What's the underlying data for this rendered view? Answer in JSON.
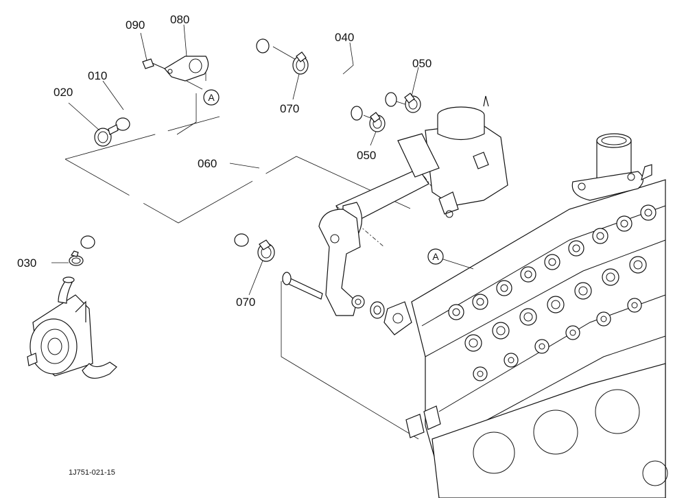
{
  "diagram": {
    "drawing_ref": "1J751-021-15",
    "callouts": [
      {
        "id": "c010",
        "text": "010"
      },
      {
        "id": "c020",
        "text": "020"
      },
      {
        "id": "c030",
        "text": "030"
      },
      {
        "id": "c040",
        "text": "040"
      },
      {
        "id": "c050a",
        "text": "050"
      },
      {
        "id": "c050b",
        "text": "050"
      },
      {
        "id": "c060",
        "text": "060"
      },
      {
        "id": "c070a",
        "text": "070"
      },
      {
        "id": "c070b",
        "text": "070"
      },
      {
        "id": "c080",
        "text": "080"
      },
      {
        "id": "c090",
        "text": "090"
      }
    ],
    "markers": [
      {
        "id": "m1",
        "text": "A"
      },
      {
        "id": "m2",
        "text": "A"
      }
    ]
  }
}
